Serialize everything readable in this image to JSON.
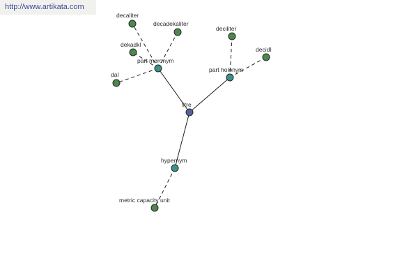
{
  "watermark": {
    "text": "http://www.artikata.com"
  },
  "graph": {
    "colors": {
      "edge": "#1a1a1a",
      "node_stroke": "#1f2a1f",
      "root": "#5c5f9e",
      "relation": "#3f8f8a",
      "term": "#4f8650",
      "label": "#2b2b2b"
    },
    "nodes": [
      {
        "id": "litre",
        "label": "litre",
        "kind": "root"
      },
      {
        "id": "part-meronym",
        "label": "part meronym",
        "kind": "relation"
      },
      {
        "id": "part-holonym",
        "label": "part holonym",
        "kind": "relation"
      },
      {
        "id": "hypernym",
        "label": "hypernym",
        "kind": "relation"
      },
      {
        "id": "decaliter",
        "label": "decaliter",
        "kind": "term"
      },
      {
        "id": "decadekaliter",
        "label": "decadekaliter",
        "kind": "term"
      },
      {
        "id": "dekadkl",
        "label": "dekadkl",
        "kind": "term"
      },
      {
        "id": "dal",
        "label": "dal",
        "kind": "term"
      },
      {
        "id": "deciliter",
        "label": "deciliter",
        "kind": "term"
      },
      {
        "id": "decidl",
        "label": "decidl",
        "kind": "term"
      },
      {
        "id": "metric-capacity-unit",
        "label": "metric capacity unit",
        "kind": "term"
      }
    ],
    "edges": [
      {
        "from": "litre",
        "to": "part-meronym",
        "style": "solid"
      },
      {
        "from": "litre",
        "to": "part-holonym",
        "style": "solid"
      },
      {
        "from": "litre",
        "to": "hypernym",
        "style": "solid"
      },
      {
        "from": "part-meronym",
        "to": "decaliter",
        "style": "dashed"
      },
      {
        "from": "part-meronym",
        "to": "decadekaliter",
        "style": "dashed"
      },
      {
        "from": "part-meronym",
        "to": "dekadkl",
        "style": "dashed"
      },
      {
        "from": "part-meronym",
        "to": "dal",
        "style": "dashed"
      },
      {
        "from": "part-holonym",
        "to": "deciliter",
        "style": "dashed"
      },
      {
        "from": "part-holonym",
        "to": "decidl",
        "style": "dashed"
      },
      {
        "from": "hypernym",
        "to": "metric-capacity-unit",
        "style": "dashed"
      }
    ]
  }
}
